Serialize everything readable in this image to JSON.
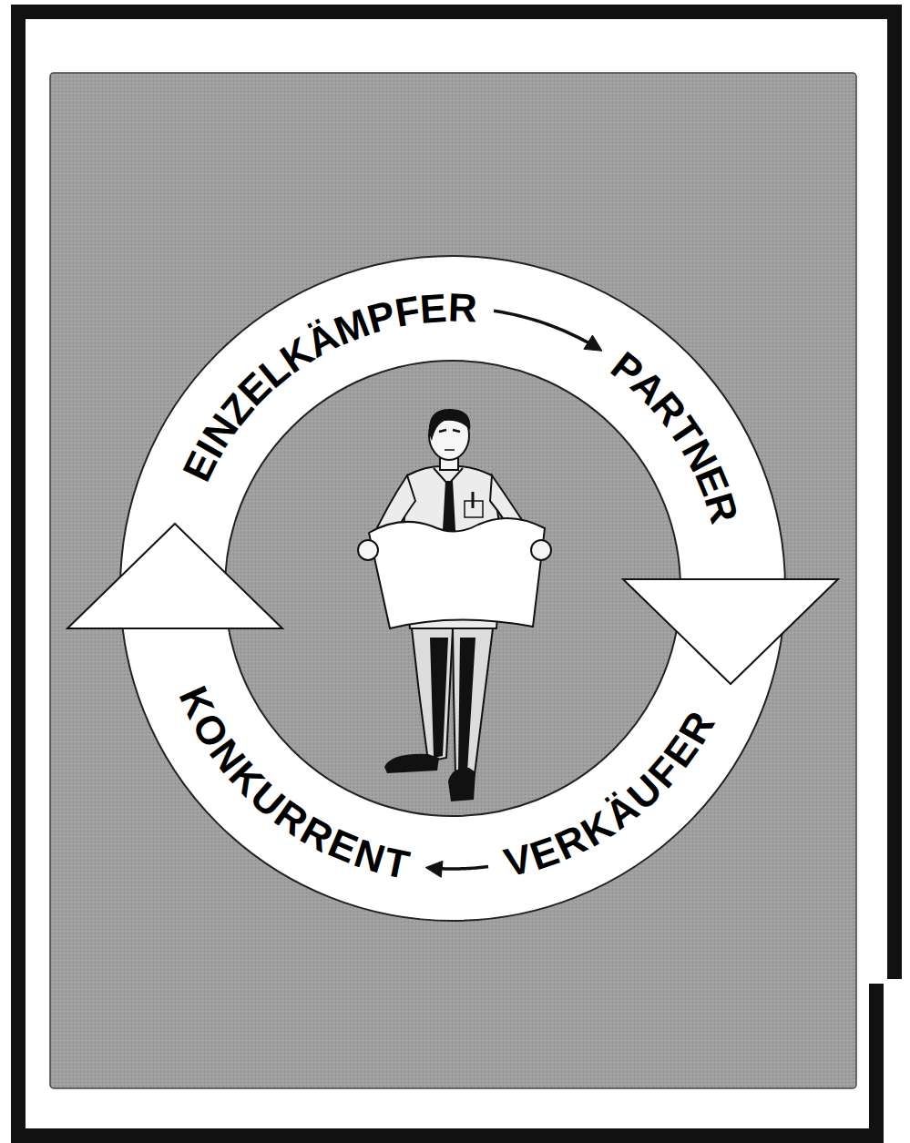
{
  "diagram": {
    "nodes": [
      {
        "text": [
          "EINZELKÄMPFER"
        ]
      },
      {
        "text": [
          "PARTNER"
        ]
      },
      {
        "text": [
          "VERKÄUFER"
        ]
      },
      {
        "text": [
          "KONKURRENT"
        ]
      }
    ],
    "edges": [
      {
        "from": 0,
        "to": 1,
        "arrow": "to"
      },
      {
        "from": 1,
        "to": 2,
        "arrow": "to"
      },
      {
        "from": 2,
        "to": 3,
        "arrow": "to"
      },
      {
        "from": 3,
        "to": 0,
        "arrow": "to"
      }
    ]
  }
}
